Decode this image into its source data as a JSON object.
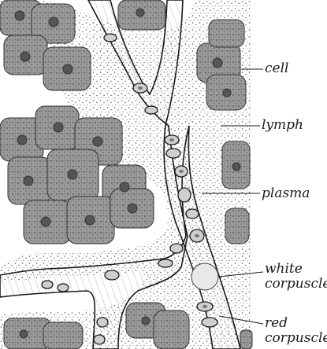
{
  "labels": {
    "cell": "cell",
    "lymph": "lymph",
    "plasma": "plasma",
    "white_corpuscle": [
      "white",
      "corpuscle"
    ],
    "red_corpuscle": [
      "red",
      "corpuscle"
    ]
  },
  "colors": {
    "ink": "#1a1a1a",
    "tissue_stipple": "#6b6b6b",
    "cell_fill": "#8a8a8a",
    "background": "#ffffff"
  }
}
